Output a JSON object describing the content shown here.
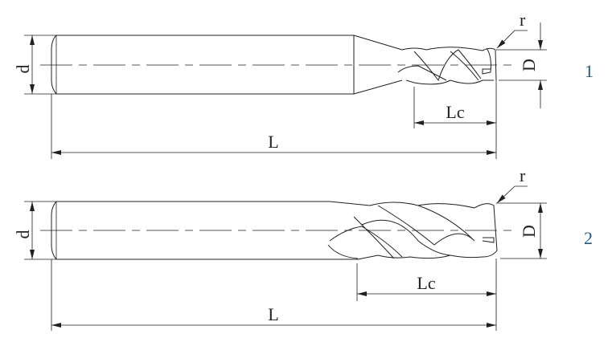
{
  "tools": [
    {
      "id": "1",
      "labels": {
        "diameter_shank": "d",
        "diameter_cutter": "D",
        "radius": "r",
        "cut_length": "Lc",
        "overall_length": "L"
      }
    },
    {
      "id": "2",
      "labels": {
        "diameter_shank": "d",
        "diameter_cutter": "D",
        "radius": "r",
        "cut_length": "Lc",
        "overall_length": "L"
      }
    }
  ],
  "colors": {
    "line": "#231f20",
    "number": "#1a5a8a"
  }
}
